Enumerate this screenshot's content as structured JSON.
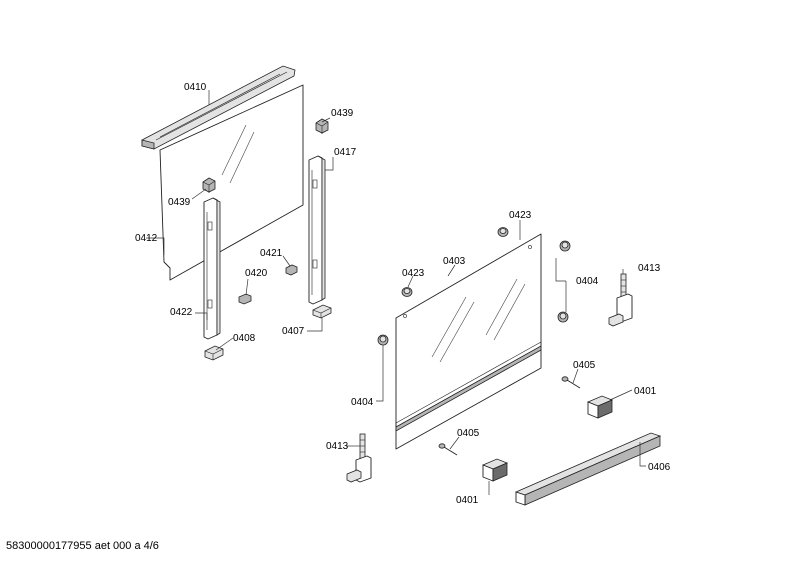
{
  "footer": {
    "document_id": "58300000177955 aet 000 a 4/6"
  },
  "callouts": {
    "c0410": "0410",
    "c0439a": "0439",
    "c0439b": "0439",
    "c0417": "0417",
    "c0412": "0412",
    "c0421": "0421",
    "c0420": "0420",
    "c0422": "0422",
    "c0408": "0408",
    "c0407": "0407",
    "c0423a": "0423",
    "c0423b": "0423",
    "c0403": "0403",
    "c0404a": "0404",
    "c0404b": "0404",
    "c0413a": "0413",
    "c0413b": "0413",
    "c0405a": "0405",
    "c0405b": "0405",
    "c0401a": "0401",
    "c0401b": "0401",
    "c0406": "0406"
  }
}
